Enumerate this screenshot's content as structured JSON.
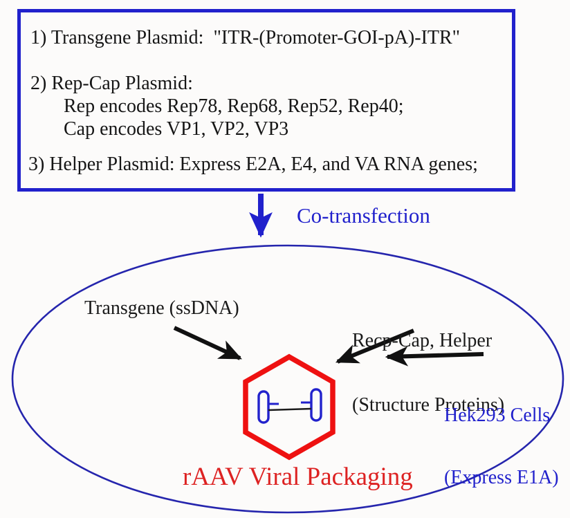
{
  "plasmid_box": {
    "line1": "1) Transgene Plasmid:  \"ITR-(Promoter-GOI-pA)-ITR\"",
    "line2": "2) Rep-Cap Plasmid:",
    "line3": "Rep encodes Rep78, Rep68, Rep52, Rep40;",
    "line4": "Cap encodes VP1, VP2, VP3",
    "line5": "3) Helper Plasmid: Express E2A, E4, and VA RNA genes;"
  },
  "co_transfection_label": "Co-transfection",
  "cell": {
    "transgene_label": "Transgene (ssDNA)",
    "repcap_helper_line1": "Recp-Cap, Helper",
    "repcap_helper_line2": "(Structure Proteins)",
    "hek_line1": "Hek293 Cells",
    "hek_line2": "(Express E1A)",
    "packaging_label": "rAAV Viral Packaging"
  },
  "icons": {
    "down_arrow": "co-transfection-arrow-icon",
    "capsid": "capsid-hexagon-icon",
    "genome": "ssdna-genome-icon",
    "black_arrows": [
      "transgene-arrow-icon",
      "repcap-helper-arrow-icon",
      "hek293-arrow-icon"
    ]
  },
  "colors": {
    "box_blue": "#2121cc",
    "ellipse_blue": "#2525ad",
    "capsid_red": "#ee1111",
    "label_red": "#dd2222",
    "text_black": "#161616"
  }
}
